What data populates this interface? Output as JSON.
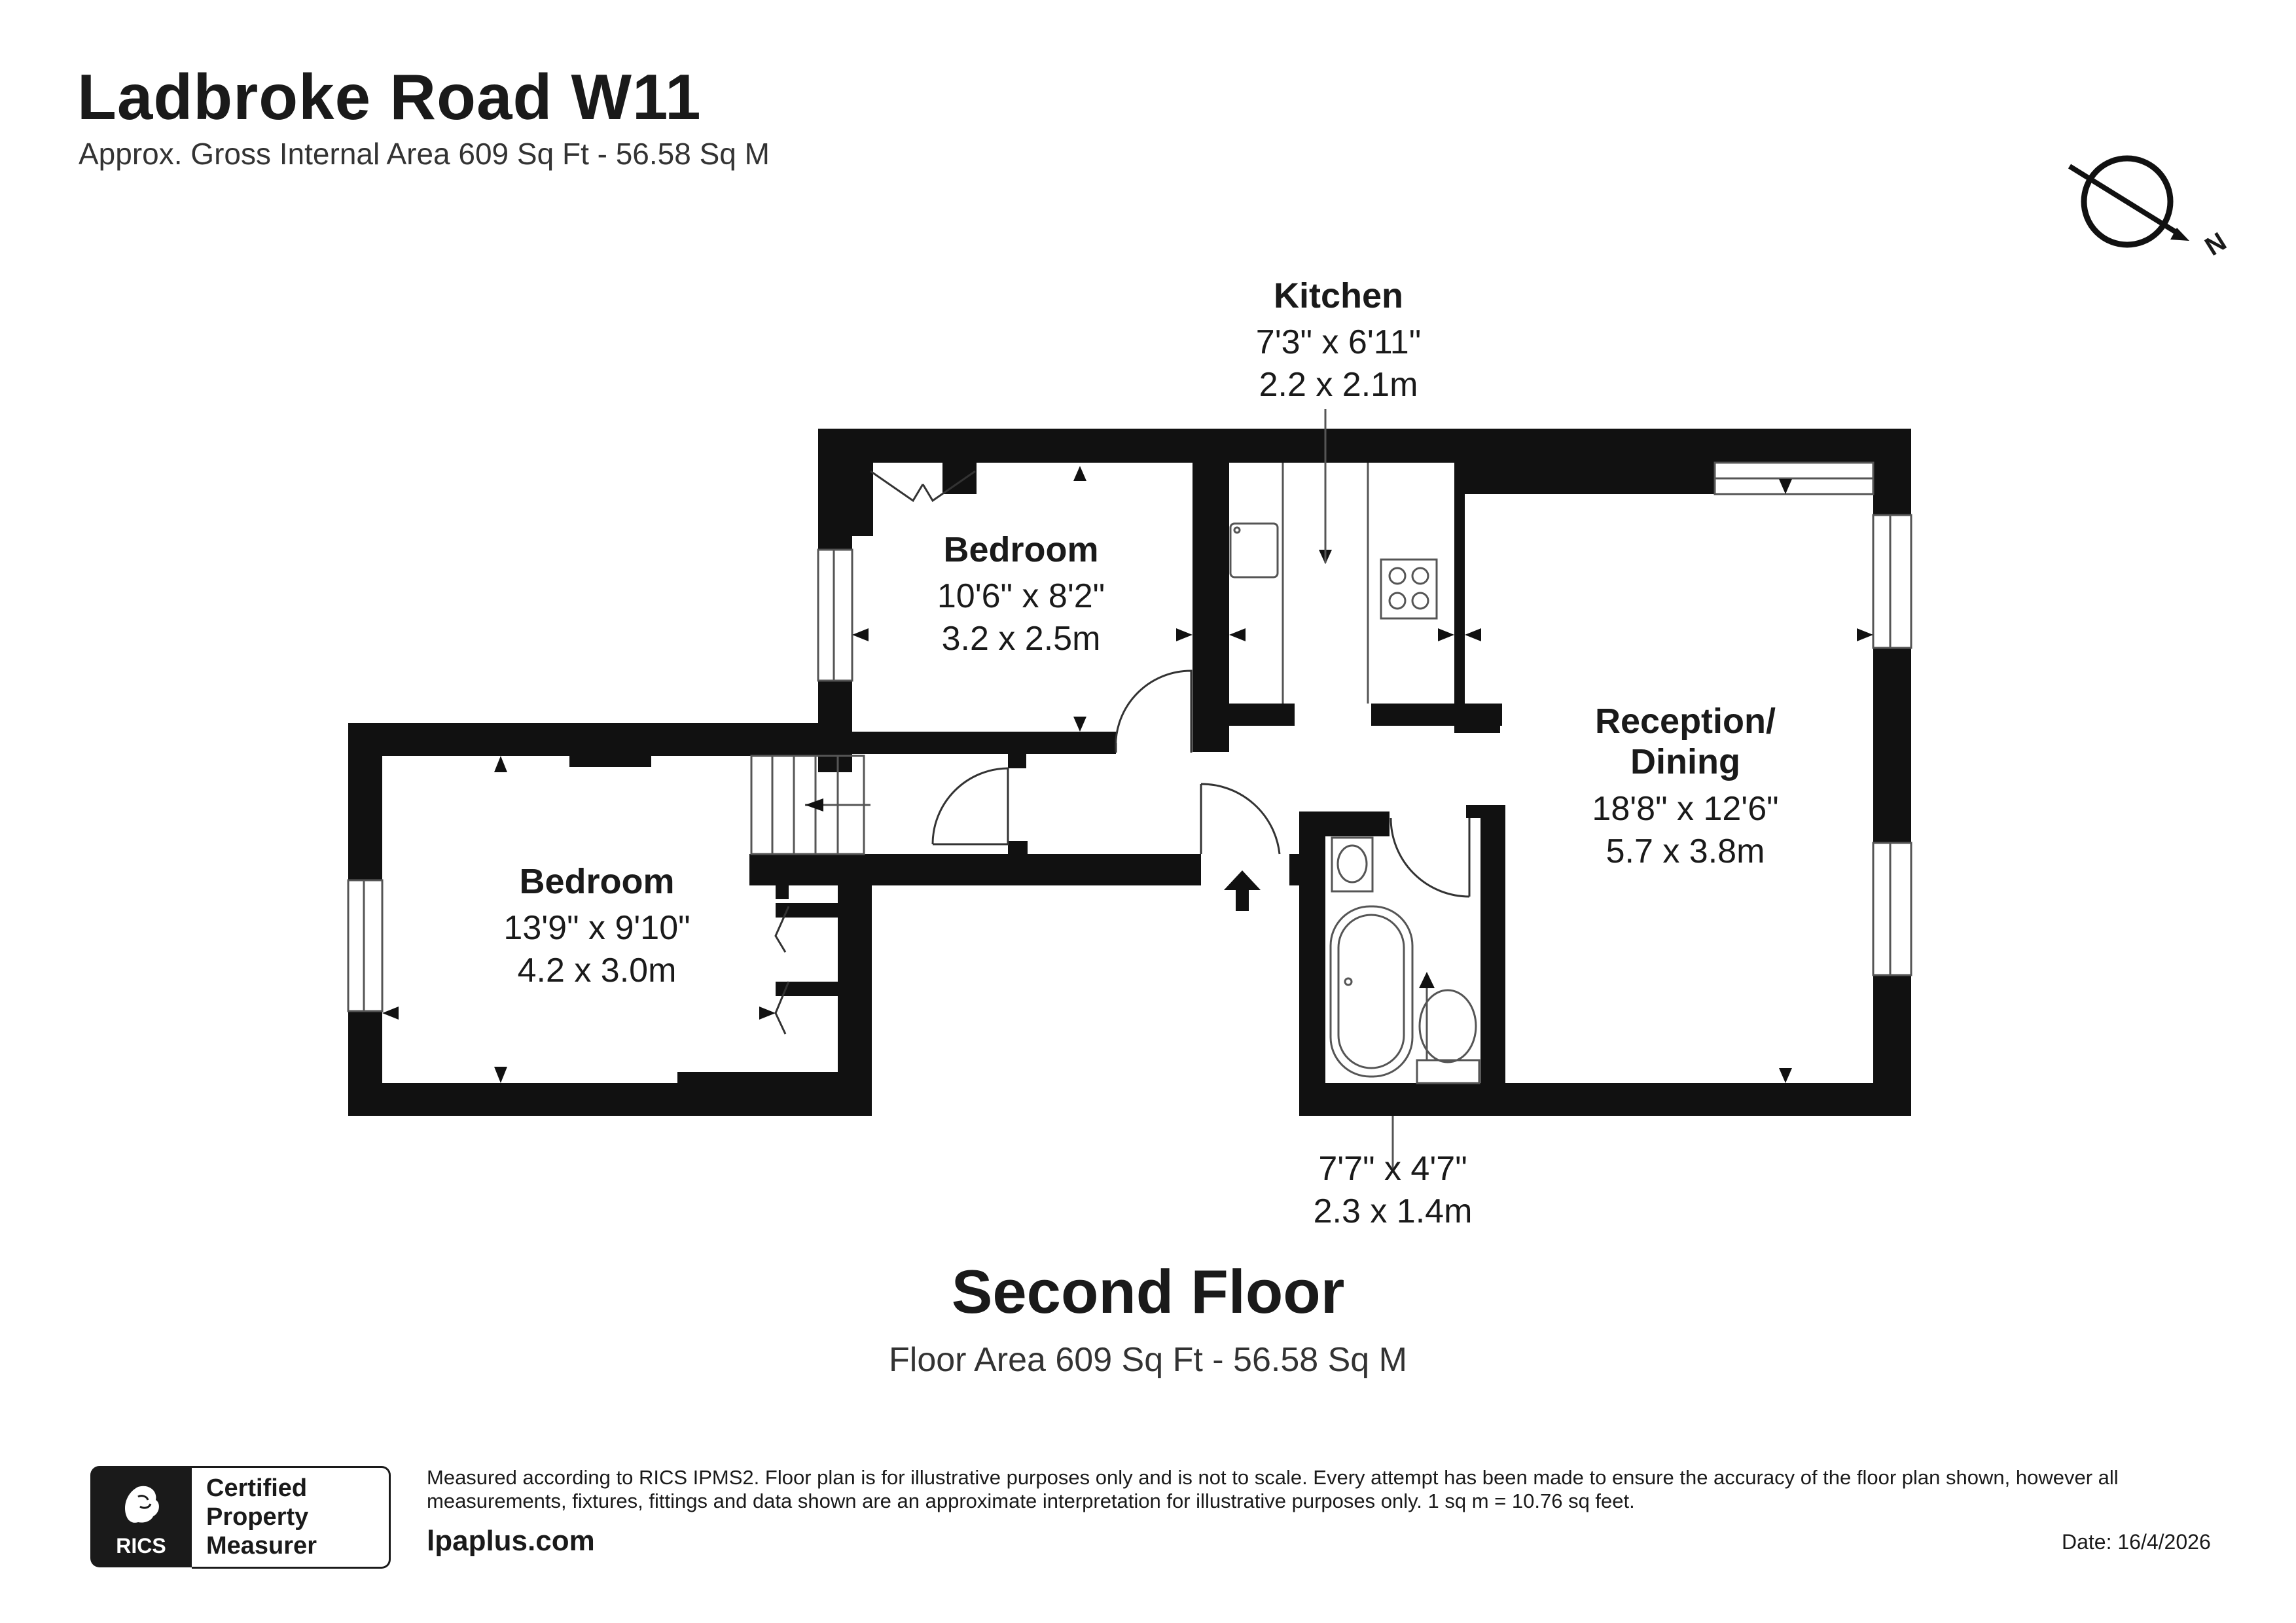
{
  "header": {
    "title": "Ladbroke Road W11",
    "subtitle": "Approx. Gross Internal Area 609 Sq Ft - 56.58 Sq M"
  },
  "compass": {
    "label": "N",
    "icon": "north-arrow-compass-icon"
  },
  "rooms": {
    "kitchen": {
      "name": "Kitchen",
      "imperial": "7'3\" x 6'11\"",
      "metric": "2.2 x 2.1m"
    },
    "bedroom_upper": {
      "name": "Bedroom",
      "imperial": "10'6\" x 8'2\"",
      "metric": "3.2 x 2.5m"
    },
    "bedroom_lower": {
      "name": "Bedroom",
      "imperial": "13'9\" x 9'10\"",
      "metric": "4.2 x 3.0m"
    },
    "reception_line1": "Reception/",
    "reception_line2": "Dining",
    "reception": {
      "imperial": "18'8\" x 12'6\"",
      "metric": "5.7 x 3.8m"
    },
    "bathroom": {
      "imperial": "7'7\" x 4'7\"",
      "metric": "2.3 x 1.4m"
    }
  },
  "floor": {
    "name": "Second Floor",
    "area": "Floor Area 609 Sq Ft - 56.58 Sq M"
  },
  "footer": {
    "rics_brand": "RICS",
    "cert_line1": "Certified",
    "cert_line2": "Property",
    "cert_line3": "Measurer",
    "disclaimer": "Measured according to RICS IPMS2. Floor plan is for illustrative purposes only and is not to scale. Every attempt has been made to ensure the accuracy of the floor plan shown, however all measurements, fixtures, fittings and data shown are an approximate interpretation for illustrative purposes only. 1 sq m = 10.76 sq feet.",
    "website": "lpaplus.com",
    "date": "Date: 16/4/2026"
  },
  "colors": {
    "wall": "#111111",
    "line": "#555555",
    "background": "#ffffff"
  }
}
